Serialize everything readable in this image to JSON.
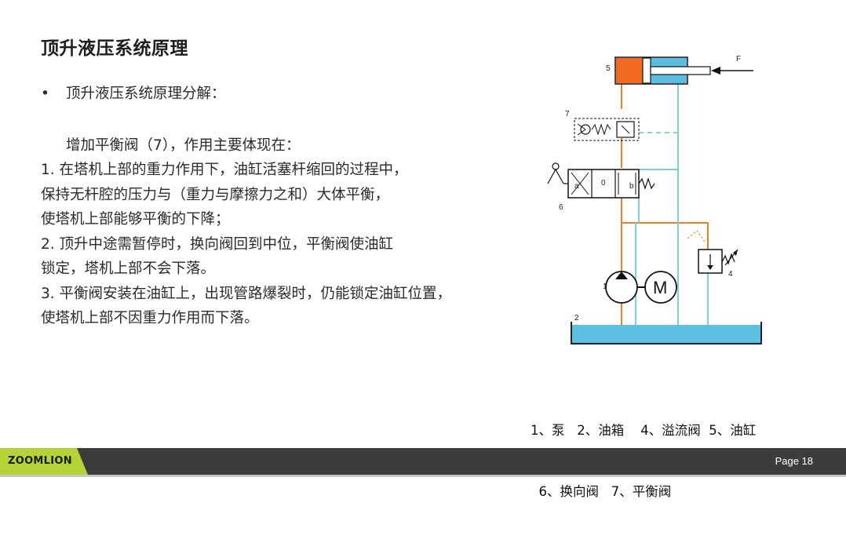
{
  "slide": {
    "title": "顶升液压系统原理",
    "bullet_marker": "•",
    "bullet_text": "顶升液压系统原理分解：",
    "lines": [
      "增加平衡阀（7），作用主要体现在：",
      "1. 在塔机上部的重力作用下，油缸活塞杆缩回的过程中，",
      "保持无杆腔的压力与（重力与摩擦力之和）大体平衡，",
      "使塔机上部能够平衡的下降；",
      "2. 顶升中途需暂停时，换向阀回到中位，平衡阀使油缸",
      "锁定，塔机上部不会下落。",
      "3. 平衡阀安装在油缸上，出现管路爆裂时，仍能锁定油缸位置，",
      "使塔机上部不因重力作用而下落。"
    ]
  },
  "diagram": {
    "labels": {
      "cylinder": "5",
      "force": "F",
      "balance_valve": "7",
      "directional_valve": "6",
      "pos_a": "a",
      "pos_0": "0",
      "pos_b": "b",
      "pump": "1",
      "tank": "2",
      "relief_valve": "4",
      "motor": "M"
    },
    "colors": {
      "pressure_line": "#f07d2a",
      "return_line": "#7fd0e6",
      "cylinder_bore": "#f26a21",
      "rod_side": "#5bbde0",
      "tank_oil": "#5fc0e6"
    }
  },
  "legend": {
    "line1": "1、泵   2、油箱    4、溢流阀  5、油缸",
    "line2": "  6、换向阀   7、平衡阀"
  },
  "footer": {
    "logo": "ZOOMLION",
    "page": "Page 18",
    "bar_color": "#3c3c3e",
    "logo_color": "#b5d334"
  }
}
